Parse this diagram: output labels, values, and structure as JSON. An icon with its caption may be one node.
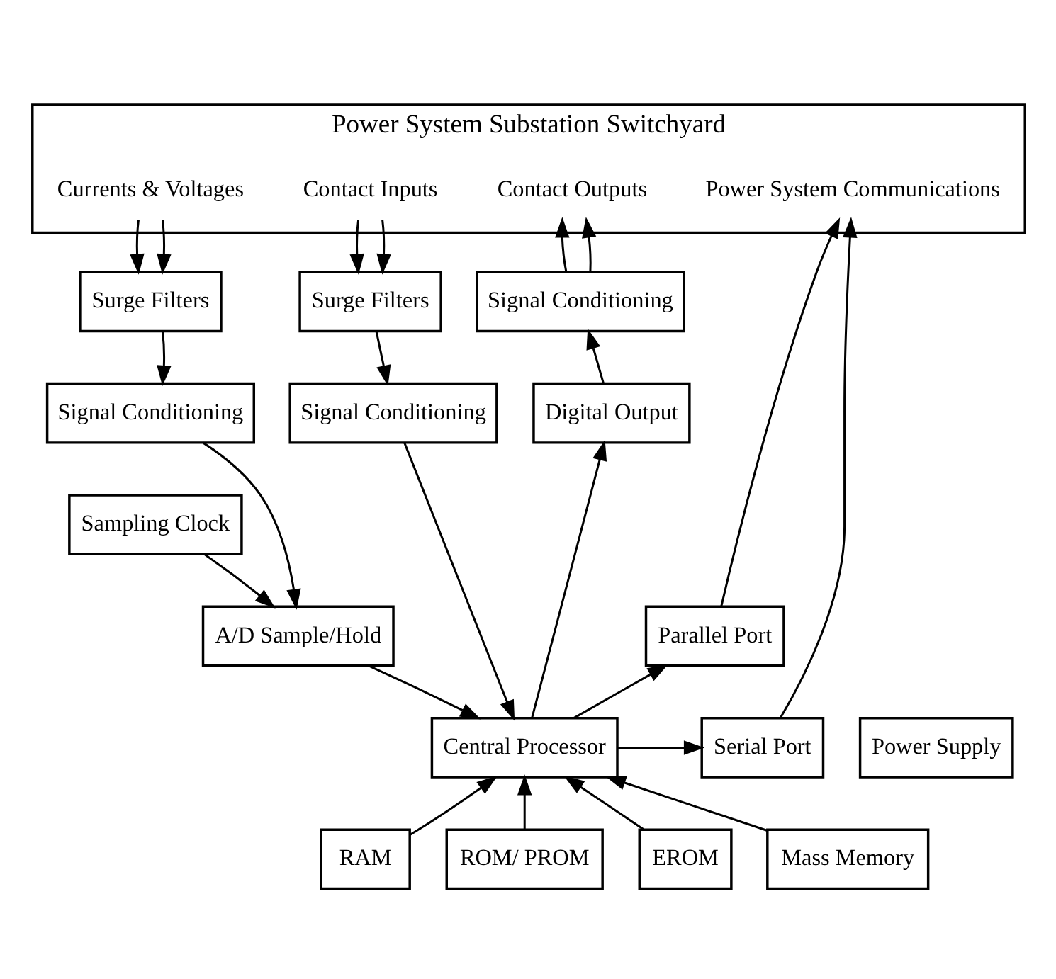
{
  "diagram": {
    "nodes": [
      {
        "text": [
          "Power System Substation Switchyard"
        ]
      },
      {
        "text": [
          "Currents & Voltages"
        ],
        "in": 0
      },
      {
        "text": [
          "Contact Inputs"
        ],
        "in": 0
      },
      {
        "text": [
          "Contact Outputs"
        ],
        "in": 0
      },
      {
        "text": [
          "Power System Communications"
        ],
        "in": 0
      },
      {
        "text": [
          "Surge Filters"
        ]
      },
      {
        "text": [
          "Surge Filters"
        ]
      },
      {
        "text": [
          "Signal Conditioning"
        ]
      },
      {
        "text": [
          "Signal Conditioning"
        ]
      },
      {
        "text": [
          "Signal Conditioning"
        ]
      },
      {
        "text": [
          "Digital Output"
        ]
      },
      {
        "text": [
          "Sampling Clock"
        ]
      },
      {
        "text": [
          "A/D Sample/Hold"
        ]
      },
      {
        "text": [
          "Parallel Port"
        ]
      },
      {
        "text": [
          "Central Processor"
        ]
      },
      {
        "text": [
          "Serial Port"
        ]
      },
      {
        "text": [
          "Power Supply"
        ]
      },
      {
        "text": [
          "RAM"
        ]
      },
      {
        "text": [
          "ROM/ PROM"
        ]
      },
      {
        "text": [
          "EROM"
        ]
      },
      {
        "text": [
          "Mass Memory"
        ]
      }
    ],
    "edges": [
      {
        "from": 1,
        "to": 5,
        "arrow": "to"
      },
      {
        "from": 1,
        "to": 5,
        "arrow": "to"
      },
      {
        "from": 2,
        "to": 6,
        "arrow": "to"
      },
      {
        "from": 2,
        "to": 6,
        "arrow": "to"
      },
      {
        "from": 7,
        "to": 3,
        "arrow": "to"
      },
      {
        "from": 7,
        "to": 3,
        "arrow": "to"
      },
      {
        "from": 13,
        "to": 4,
        "arrow": "to"
      },
      {
        "from": 15,
        "to": 4,
        "arrow": "to"
      },
      {
        "from": 5,
        "to": 8,
        "arrow": "to"
      },
      {
        "from": 6,
        "to": 9,
        "arrow": "to"
      },
      {
        "from": 10,
        "to": 7,
        "arrow": "to"
      },
      {
        "from": 8,
        "to": 12,
        "arrow": "to"
      },
      {
        "from": 11,
        "to": 12,
        "arrow": "to"
      },
      {
        "from": 9,
        "to": 14,
        "arrow": "to"
      },
      {
        "from": 14,
        "to": 10,
        "arrow": "to"
      },
      {
        "from": 12,
        "to": 14,
        "arrow": "to"
      },
      {
        "from": 14,
        "to": 13,
        "arrow": "to"
      },
      {
        "from": 14,
        "to": 15,
        "arrow": "to"
      },
      {
        "from": 17,
        "to": 14,
        "arrow": "to"
      },
      {
        "from": 18,
        "to": 14,
        "arrow": "to"
      },
      {
        "from": 19,
        "to": 14,
        "arrow": "to"
      },
      {
        "from": 20,
        "to": 14,
        "arrow": "to"
      }
    ]
  }
}
